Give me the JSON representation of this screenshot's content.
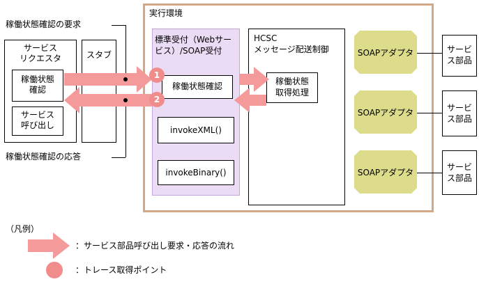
{
  "annotations": {
    "request": "稼働状態確認の要求",
    "response": "稼働状態確認の応答"
  },
  "client": {
    "title_line1": "サービス",
    "title_line2": "リクエスタ",
    "status_check_line1": "稼働状態",
    "status_check_line2": "確認",
    "service_call_line1": "サービス",
    "service_call_line2": "呼び出し"
  },
  "stub": {
    "label": "スタブ"
  },
  "exec_env": {
    "label": "実行環境"
  },
  "receiver": {
    "title_line1": "標準受付（Webサー",
    "title_line2": "ビス）/SOAP受付",
    "status_check": "稼働状態確認",
    "invoke_xml": "invokeXML()",
    "invoke_binary": "invokeBinary()"
  },
  "hcsc": {
    "title_line1": "HCSC",
    "title_line2": "メッセージ配送制御",
    "acquire_line1": "稼働状態",
    "acquire_line2": "取得処理"
  },
  "adapters": [
    {
      "label": "SOAPアダプタ"
    },
    {
      "label": "SOAPアダプタ"
    },
    {
      "label": "SOAPアダプタ"
    }
  ],
  "service_components": [
    {
      "line1": "サービ",
      "line2": "ス部品"
    },
    {
      "line1": "サービ",
      "line2": "ス部品"
    },
    {
      "line1": "サービ",
      "line2": "ス部品"
    }
  ],
  "trace_points": [
    {
      "label": "1"
    },
    {
      "label": "2"
    }
  ],
  "legend": {
    "title": "（凡例）",
    "arrow_desc": "：サービス部品呼び出し要求・応答の流れ",
    "circle_desc": "：トレース取得ポイント"
  },
  "colors": {
    "arrow": "#f49a9a",
    "trace_point": "#f08c8c",
    "purple_area": "#eadcf4",
    "adapter": "#dcdc8a",
    "exec_env_border": "#d4a884"
  }
}
